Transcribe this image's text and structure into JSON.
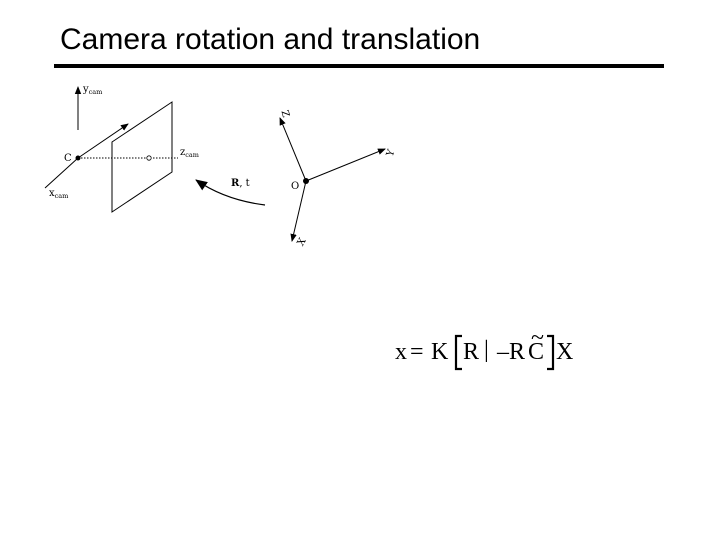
{
  "slide": {
    "title": "Camera rotation and translation"
  },
  "camera_diagram": {
    "y_axis": {
      "letter": "y",
      "sub": "cam"
    },
    "x_axis": {
      "letter": "x",
      "sub": "cam"
    },
    "z_axis": {
      "letter": "z",
      "sub": "cam"
    },
    "center_label": "C",
    "transform_bold": "R",
    "transform_rest": ", t"
  },
  "world_frame": {
    "z_label": "Z",
    "y_label": "Y",
    "x_label": "X",
    "origin_label": "O"
  },
  "equation": {
    "lhs": "x",
    "equals": "=",
    "k": "K",
    "r": "R",
    "bar": "|",
    "minus_r": "–R",
    "c": "C",
    "tilde": "~",
    "x": "X"
  }
}
